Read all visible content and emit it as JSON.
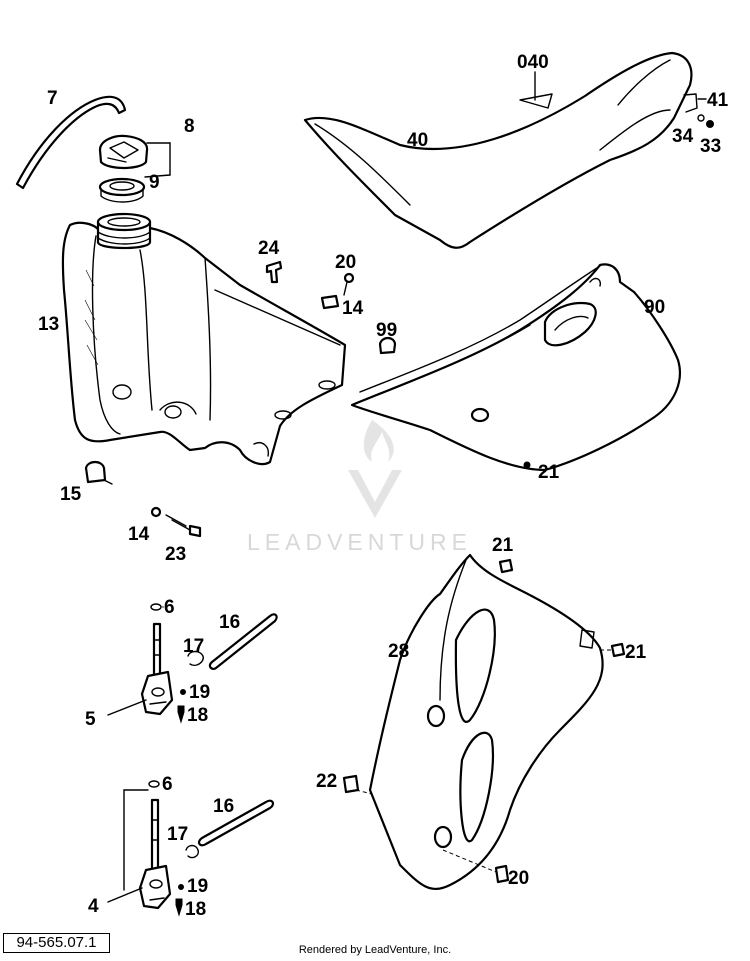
{
  "document_id": "94-565.07.1",
  "credit": "Rendered by LeadVenture, Inc.",
  "watermark": "LEADVENTURE",
  "callouts": {
    "c040": "040",
    "c41": "41",
    "c40": "40",
    "c34": "34",
    "c33": "33",
    "c7": "7",
    "c8": "8",
    "c9": "9",
    "c13": "13",
    "c24": "24",
    "c20a": "20",
    "c14a": "14",
    "c99": "99",
    "c90": "90",
    "c15": "15",
    "c14b": "14",
    "c23": "23",
    "c21a": "21",
    "c21b": "21",
    "c21c": "21",
    "c6a": "6",
    "c16a": "16",
    "c17a": "17",
    "c19a": "19",
    "c18a": "18",
    "c5": "5",
    "c28": "28",
    "c6b": "6",
    "c16b": "16",
    "c17b": "17",
    "c19b": "19",
    "c18b": "18",
    "c4": "4",
    "c22": "22",
    "c20b": "20"
  }
}
